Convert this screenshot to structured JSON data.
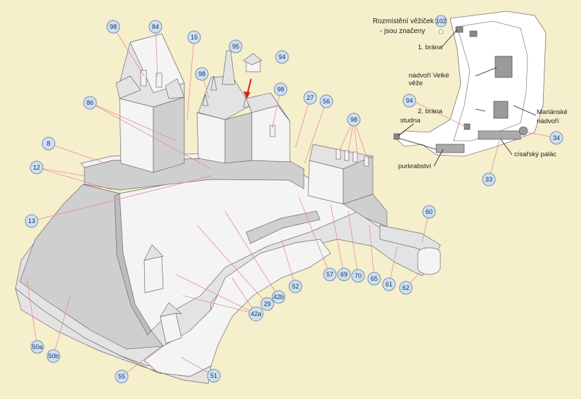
{
  "legend": {
    "title": "Rozmístění věžiček",
    "title_number": "102",
    "subtitle": "- jsou značeny"
  },
  "map_labels": {
    "brana1": "1. brána",
    "nadvori_velke": "nádvoří Velké\nvěže",
    "brana2": "2. brána",
    "marianske": "Mariánské\nnádvoří",
    "studna": "studna",
    "purkrabstvi": "purkrabství",
    "cisarsky": "císařský palác"
  },
  "parts": [
    "98",
    "84",
    "15",
    "95",
    "94",
    "98",
    "98",
    "86",
    "27",
    "56",
    "98",
    "8",
    "12",
    "13",
    "60",
    "57",
    "69",
    "70",
    "65",
    "61",
    "62",
    "52",
    "42b",
    "29",
    "42a",
    "50a",
    "50b",
    "55",
    "51",
    "94",
    "34",
    "33"
  ],
  "colors": {
    "background": "#f6efcc",
    "badge_fill": "#cfe0f2",
    "badge_stroke": "#6f8fb3",
    "leader_line": "#e88a9c",
    "arrow": "#cc2222"
  }
}
